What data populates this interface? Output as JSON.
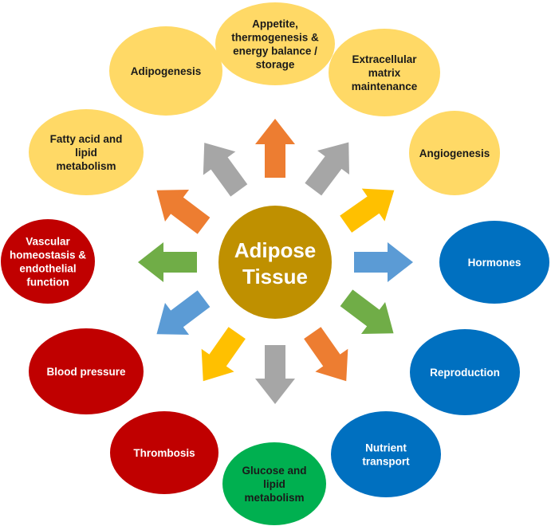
{
  "center": {
    "lines": [
      "Adipose",
      "Tissue"
    ],
    "color": "#bf9000"
  },
  "nodes": [
    {
      "name": "appetite-node",
      "lines": [
        "Appetite,",
        "thermogenesis &",
        "energy balance /",
        "storage"
      ],
      "color": "#ffd966",
      "text_color": "dark",
      "arrow_color": "#ed7d31"
    },
    {
      "name": "extracellular-matrix-node",
      "lines": [
        "Extracellular",
        "matrix",
        "maintenance"
      ],
      "color": "#ffd966",
      "text_color": "dark",
      "arrow_color": "#a6a6a6"
    },
    {
      "name": "angiogenesis-node",
      "lines": [
        "Angiogenesis"
      ],
      "color": "#ffd966",
      "text_color": "dark",
      "arrow_color": "#ffc000"
    },
    {
      "name": "hormones-node",
      "lines": [
        "Hormones"
      ],
      "color": "#0070c0",
      "text_color": "light",
      "arrow_color": "#5b9bd5"
    },
    {
      "name": "reproduction-node",
      "lines": [
        "Reproduction"
      ],
      "color": "#0070c0",
      "text_color": "light",
      "arrow_color": "#70ad47"
    },
    {
      "name": "nutrient-transport-node",
      "lines": [
        "Nutrient",
        "transport"
      ],
      "color": "#0070c0",
      "text_color": "light",
      "arrow_color": "#ed7d31"
    },
    {
      "name": "glucose-lipid-metabolism-node",
      "lines": [
        "Glucose and",
        "lipid",
        "metabolism"
      ],
      "color": "#00b050",
      "text_color": "dark",
      "arrow_color": "#a6a6a6"
    },
    {
      "name": "thrombosis-node",
      "lines": [
        "Thrombosis"
      ],
      "color": "#c00000",
      "text_color": "light",
      "arrow_color": "#ffc000"
    },
    {
      "name": "blood-pressure-node",
      "lines": [
        "Blood pressure"
      ],
      "color": "#c00000",
      "text_color": "light",
      "arrow_color": "#5b9bd5"
    },
    {
      "name": "vascular-homeostasis-node",
      "lines": [
        "Vascular",
        "homeostasis &",
        "endothelial",
        "function"
      ],
      "color": "#c00000",
      "text_color": "light",
      "arrow_color": "#70ad47"
    },
    {
      "name": "fatty-acid-lipid-metabolism-node",
      "lines": [
        "Fatty acid and",
        "lipid",
        "metabolism"
      ],
      "color": "#ffd966",
      "text_color": "dark",
      "arrow_color": "#ed7d31"
    },
    {
      "name": "adipogenesis-node",
      "lines": [
        "Adipogenesis"
      ],
      "color": "#ffd966",
      "text_color": "dark",
      "arrow_color": "#a6a6a6"
    }
  ]
}
